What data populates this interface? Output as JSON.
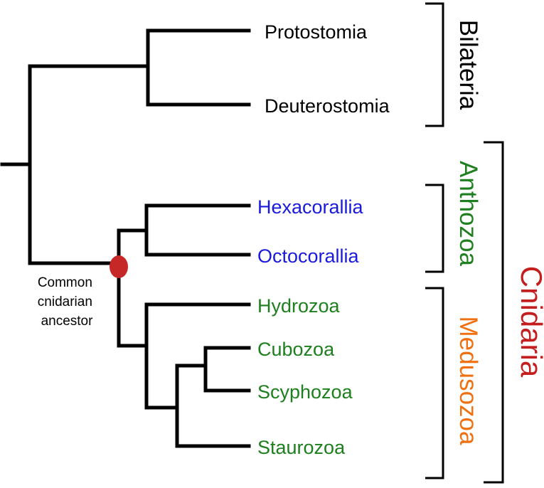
{
  "taxa": {
    "protostomia": "Protostomia",
    "deuterostomia": "Deuterostomia",
    "hexacorallia": "Hexacorallia",
    "octocorallia": "Octocorallia",
    "hydrozoa": "Hydrozoa",
    "cubozoa": "Cubozoa",
    "scyphozoa": "Scyphozoa",
    "staurozoa": "Staurozoa"
  },
  "clades": {
    "bilateria": "Bilateria",
    "anthozoa": "Anthozoa",
    "medusozoa": "Medusozoa",
    "cnidaria": "Cnidaria"
  },
  "ancestor_label": [
    "Common",
    "cnidarian",
    "ancestor"
  ],
  "colors": {
    "bilateria": "#000000",
    "anthozoa_leaves": "#1a1adc",
    "anthozoa_label": "#1e7f1e",
    "medusozoa_leaves": "#1e7f1e",
    "medusozoa_label": "#f07010",
    "cnidaria_label": "#c41e1e",
    "ancestor_node": "#c62828"
  }
}
